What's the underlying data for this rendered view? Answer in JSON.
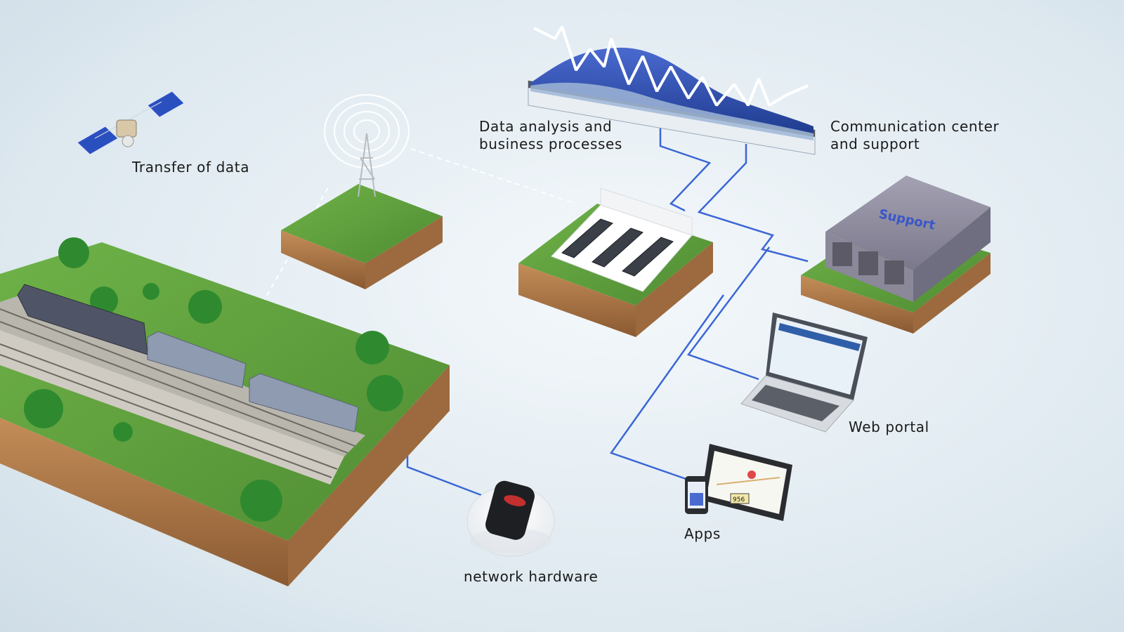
{
  "diagram": {
    "nodes": [
      {
        "id": "satellite",
        "label": [
          "Transfer of data"
        ]
      },
      {
        "id": "tower",
        "label": []
      },
      {
        "id": "data-center",
        "label": []
      },
      {
        "id": "analytics",
        "label": [
          "Data analysis and",
          "business processes"
        ]
      },
      {
        "id": "support-center",
        "label": [
          "Communication center",
          "and support"
        ],
        "building_sign": "Support"
      },
      {
        "id": "web-portal",
        "label": [
          "Web portal"
        ]
      },
      {
        "id": "apps",
        "label": [
          "Apps"
        ],
        "tablet_badge": "956"
      },
      {
        "id": "network-hardware",
        "label": [
          "network hardware"
        ]
      },
      {
        "id": "rail-track",
        "label": []
      }
    ],
    "edges": [
      {
        "from": "rail-track",
        "to": "network-hardware",
        "style": "solid"
      },
      {
        "from": "rail-track",
        "to": "tower",
        "style": "dashed"
      },
      {
        "from": "tower",
        "to": "data-center",
        "style": "dashed"
      },
      {
        "from": "analytics",
        "to": "data-center",
        "style": "solid"
      },
      {
        "from": "analytics",
        "to": "support-center",
        "style": "solid"
      },
      {
        "from": "data-center",
        "to": "web-portal",
        "style": "solid"
      },
      {
        "from": "data-center",
        "to": "apps",
        "style": "solid"
      }
    ]
  },
  "colors": {
    "link": "#3b66d6",
    "grass": "#5e9e3c",
    "soil": "#b07a4a",
    "chart_blue": "#2f4fa8",
    "building": "#8d8c9c"
  }
}
